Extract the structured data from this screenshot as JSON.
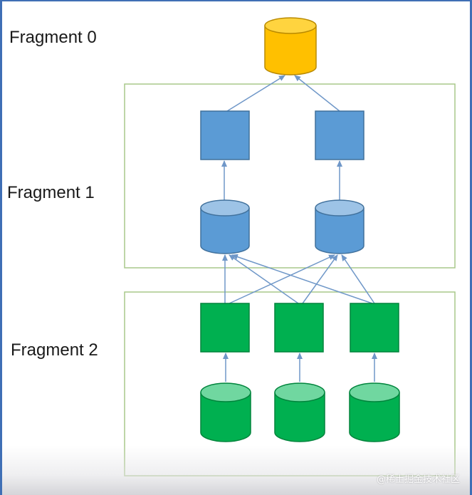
{
  "fragments": [
    {
      "label": "Fragment 0"
    },
    {
      "label": "Fragment 1"
    },
    {
      "label": "Fragment 2"
    }
  ],
  "colors": {
    "result_fill": "#ffc000",
    "result_stroke": "#b98a00",
    "result_top": "#ffd43f",
    "exchange_fill": "#5b9bd5",
    "exchange_stroke": "#41719c",
    "exchange_top": "#9dc3e6",
    "scan_fill": "#00b050",
    "scan_stroke": "#00843c",
    "scan_top": "#70d7a0",
    "box_stroke": "#a9c98a",
    "arrow": "#6f97c8"
  },
  "watermark": "@稀土掘金技术社区"
}
